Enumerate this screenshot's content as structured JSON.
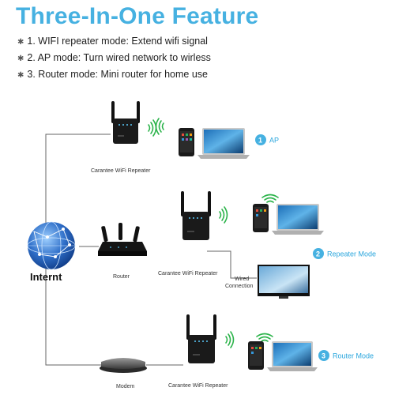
{
  "title": "Three-In-One Feature",
  "features": [
    "1. WIFI repeater mode: Extend wifi signal",
    "2. AP mode: Turn wired network to wirless",
    "3. Router mode: Mini router for home use"
  ],
  "labels": {
    "internet": "Internt",
    "router": "Router",
    "modem": "Modem",
    "repeater": "Carantee WiFi Repeater",
    "wired_line1": "Wired",
    "wired_line2": "Connection"
  },
  "modes": [
    {
      "number": "1",
      "label": "AP"
    },
    {
      "number": "2",
      "label": "Repeater Mode"
    },
    {
      "number": "3",
      "label": "Router Mode"
    }
  ],
  "colors": {
    "title": "#46b1e1",
    "badge": "#46b1e1",
    "signal": "#2bb34a",
    "device": "#1a1a1a",
    "globe": "#2f6fc9"
  }
}
